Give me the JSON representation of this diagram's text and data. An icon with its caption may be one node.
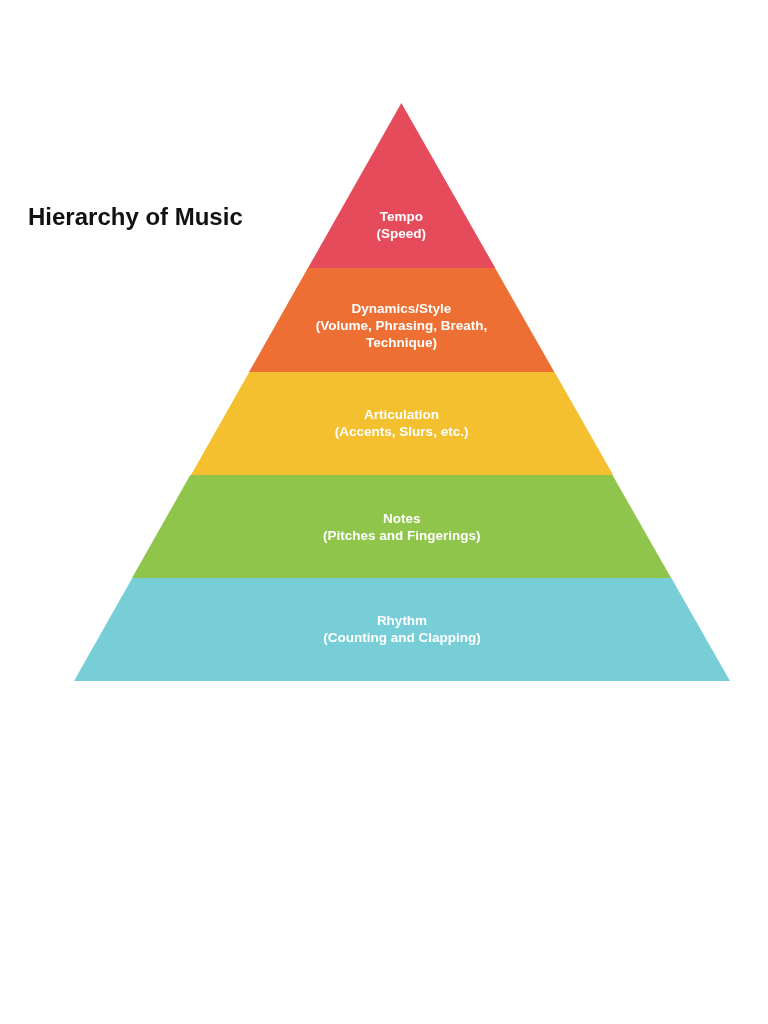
{
  "diagram": {
    "title": "Hierarchy of Music",
    "nodes": [
      {
        "text": [
          "Tempo",
          "(Speed)"
        ]
      },
      {
        "text": [
          "Dynamics/Style",
          "(Volume, Phrasing, Breath, Technique)"
        ]
      },
      {
        "text": [
          "Articulation",
          "(Accents, Slurs, etc.)"
        ]
      },
      {
        "text": [
          "Notes",
          "(Pitches and Fingerings)"
        ]
      },
      {
        "text": [
          "Rhythm",
          "(Counting and Clapping)"
        ]
      }
    ]
  }
}
